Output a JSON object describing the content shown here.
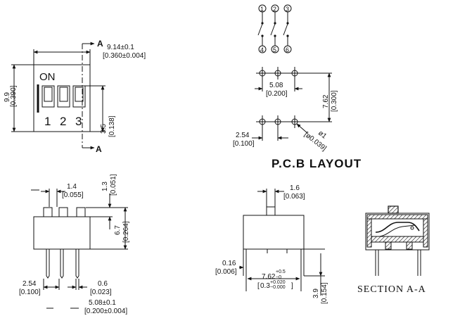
{
  "top_view": {
    "section_mark_top": "A",
    "section_mark_bottom": "A",
    "width_mm": "9.14±0.1",
    "width_in": "[0.360±0.004]",
    "height_mm": "9.9",
    "height_in": "[0.390]",
    "pitch_mm": "3.5",
    "pitch_in": "[0.138]",
    "on_label": "ON",
    "pos_1": "1",
    "pos_2": "2",
    "pos_3": "3"
  },
  "schematic": {
    "top_pins": [
      "1",
      "2",
      "3"
    ],
    "bottom_pins": [
      "4",
      "5",
      "6"
    ]
  },
  "pcb_layout": {
    "title": "P.C.B LAYOUT",
    "pitch_x_mm": "5.08",
    "pitch_x_in": "[0.200]",
    "row_mm": "7.62",
    "row_in": "[0.300]",
    "pitch_mm": "2.54",
    "pitch_in": "[0.100]",
    "hole_mm": "ø1",
    "hole_in": "[ø0.039]"
  },
  "front_view": {
    "act_w_mm": "1.4",
    "act_w_in": "[0.055]",
    "act_h_mm": "1.3",
    "act_h_in": "[0.051]",
    "body_h_mm": "6.7",
    "body_h_in": "[0.264]",
    "pitch_mm": "2.54",
    "pitch_in": "[0.100]",
    "pin_w_mm": "0.6",
    "pin_w_in": "[0.023]",
    "span_mm": "5.08±0.1",
    "span_in": "[0.200±0.004]"
  },
  "side_view": {
    "act_mm": "1.6",
    "act_in": "[0.063]",
    "pin_t_mm": "0.16",
    "pin_t_in": "[0.006]",
    "row_mm": "7.62",
    "row_tol_hi": "+0.5",
    "row_tol_lo": "−0",
    "row_in": "0.3",
    "row_in_tol_hi": "+0.020",
    "row_in_tol_lo": "−0.000",
    "pin_len_mm": "3.9",
    "pin_len_in": "[0.154]"
  },
  "section": {
    "label": "SECTION  A-A"
  }
}
